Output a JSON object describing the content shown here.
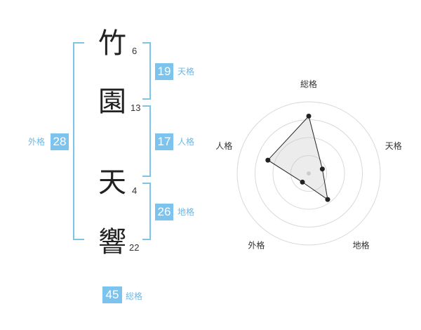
{
  "name_chars": [
    {
      "char": "竹",
      "strokes": "6"
    },
    {
      "char": "園",
      "strokes": "13"
    },
    {
      "char": "天",
      "strokes": "4"
    },
    {
      "char": "響",
      "strokes": "22"
    }
  ],
  "kaku": {
    "tenkaku": {
      "value": "19",
      "label": "天格"
    },
    "jinkaku": {
      "value": "17",
      "label": "人格"
    },
    "chikaku": {
      "value": "26",
      "label": "地格"
    },
    "gaikaku": {
      "value": "28",
      "label": "外格"
    },
    "soukaku": {
      "value": "45",
      "label": "総格"
    }
  },
  "colors": {
    "accent": "#7cc3ee",
    "label": "#6bb8e6"
  },
  "chart_data": {
    "type": "radar",
    "axes": [
      "総格",
      "天格",
      "地格",
      "外格",
      "人格"
    ],
    "values": [
      0.8,
      0.2,
      0.45,
      0.15,
      0.6
    ],
    "range": [
      0,
      1
    ],
    "rings": 4
  }
}
